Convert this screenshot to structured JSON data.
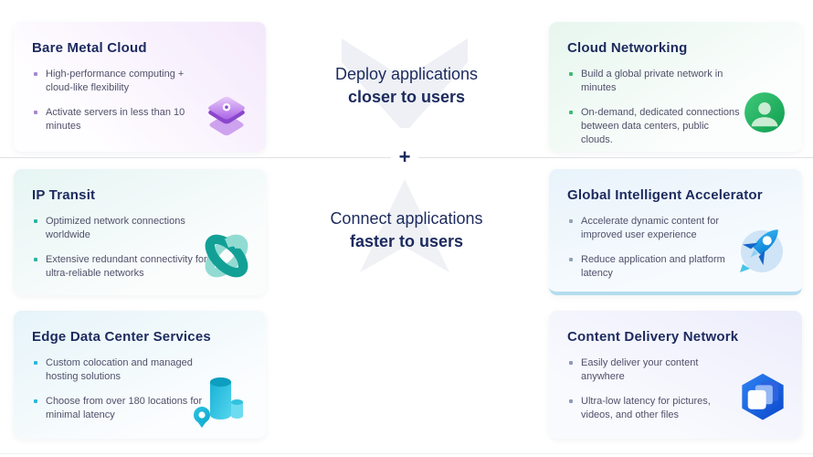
{
  "page": {
    "background": "#ffffff",
    "divider_color": "#dfe1e6",
    "heading_color": "#1c2a5e",
    "bullet_text_color": "#50506a",
    "plus_symbol": "+"
  },
  "center": {
    "deploy": {
      "line1": "Deploy applications",
      "line2": "closer to users"
    },
    "connect": {
      "line1": "Connect applications",
      "line2": "faster to users"
    }
  },
  "cards": [
    {
      "title": "Bare Metal Cloud",
      "bullets": [
        "High-performance computing + cloud-like flexibility",
        "Activate servers in less than 10 minutes"
      ],
      "icon": "stacked-layers-icon",
      "accent": "#a887cc",
      "bg_angle": "225deg",
      "bg_from": "#f4e8fc",
      "bg_to": "#fefdff"
    },
    {
      "title": "Cloud Networking",
      "bullets": [
        "Build a global private network in minutes",
        "On-demand, dedicated connections between data centers, public clouds."
      ],
      "icon": "user-network-icon",
      "accent": "#3dbb72",
      "bg_angle": "145deg",
      "bg_from": "#e7f6ee",
      "bg_to": "#fcfefd"
    },
    {
      "title": "IP Transit",
      "bullets": [
        "Optimized network connections worldwide",
        "Extensive redundant connectivity for ultra-reliable networks"
      ],
      "icon": "interlocked-loops-icon",
      "accent": "#2cb3a6",
      "bg_angle": "155deg",
      "bg_from": "#e6f5f3",
      "bg_to": "#fbfdfd"
    },
    {
      "title": "Global Intelligent Accelerator",
      "bullets": [
        "Accelerate dynamic content for improved user experience",
        "Reduce application and platform latency"
      ],
      "icon": "rocket-icon",
      "accent": "#93a3b4",
      "bg_angle": "165deg",
      "bg_from": "#e9f3fb",
      "bg_to": "#f7fbfe",
      "bottom_bar": "#b4dcee"
    },
    {
      "title": "Edge Data Center Services",
      "bullets": [
        "Custom colocation and managed hosting solutions",
        "Choose from over 180 locations for minimal latency"
      ],
      "icon": "database-pin-icon",
      "accent": "#2bb9d8",
      "bg_angle": "155deg",
      "bg_from": "#e6f4f9",
      "bg_to": "#fbfdfe"
    },
    {
      "title": "Content Delivery Network",
      "bullets": [
        "Easily deliver your content anywhere",
        "Ultra-low latency for pictures, videos, and other files"
      ],
      "icon": "hexagon-layers-icon",
      "accent": "#9099b8",
      "bg_angle": "205deg",
      "bg_from": "#ecedfb",
      "bg_to": "#f9fafe"
    }
  ]
}
